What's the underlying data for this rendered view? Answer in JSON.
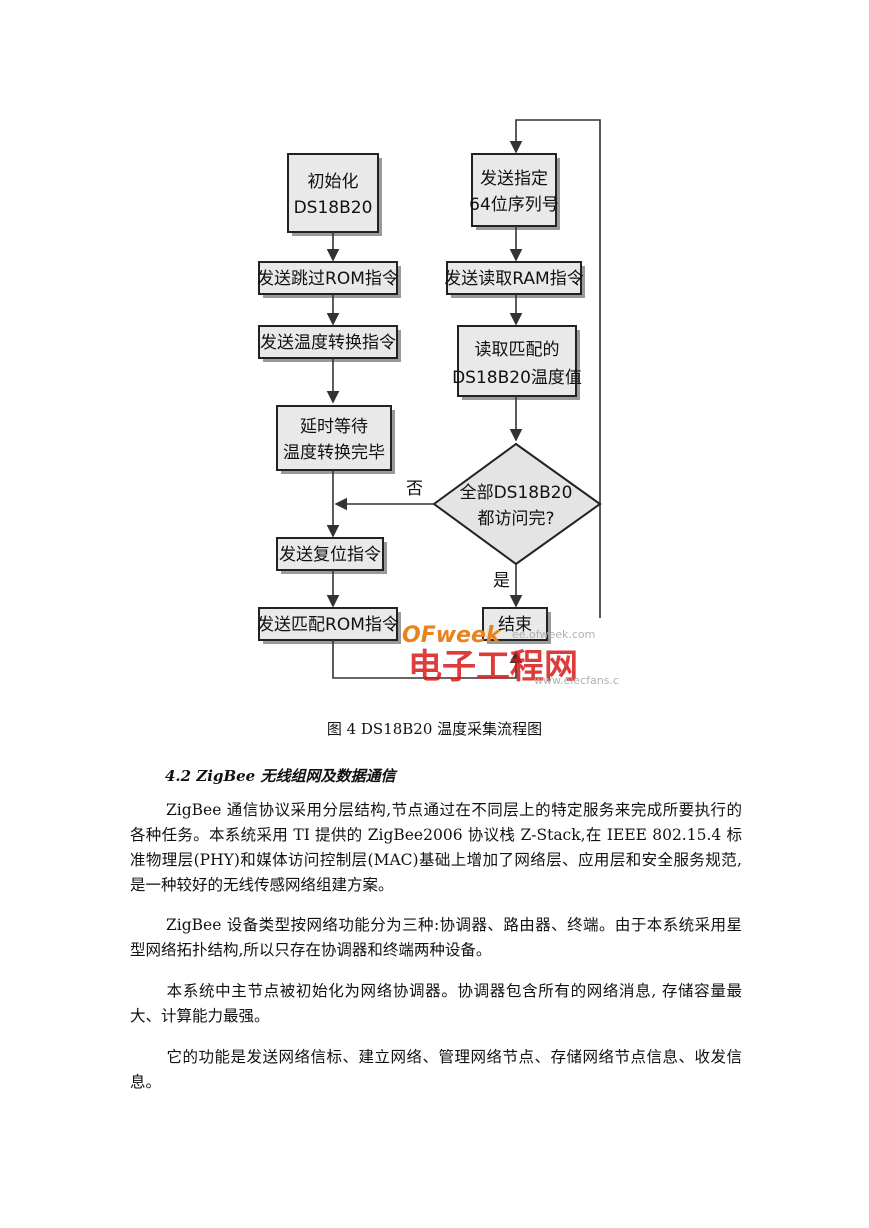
{
  "figure": {
    "left_column": [
      "初始化 DS18B20",
      "发送跳过ROM指令",
      "发送温度转换指令",
      "延时等待 温度转换完毕",
      "发送复位指令",
      "发送匹配ROM指令"
    ],
    "right_column": [
      "发送指定 64位序列号",
      "发送读取RAM指令",
      "读取匹配的 DS18B20温度值",
      "全部DS18B20 都访问完?",
      "结束"
    ],
    "labels": {
      "no": "否",
      "yes": "是"
    },
    "watermark": {
      "brand": "OFweek",
      "site": "ee.ofweek.com",
      "cn": "电子工程网",
      "small": "www.elecfans.cn"
    },
    "caption": "图 4 DS18B20 温度采集流程图"
  },
  "section_title": "4.2 ZigBee 无线组网及数据通信",
  "paragraphs": [
    "ZigBee 通信协议采用分层结构,节点通过在不同层上的特定服务来完成所要执行的各种任务。本系统采用 TI 提供的 ZigBee2006 协议栈 Z-Stack,在 IEEE 802.15.4 标准物理层(PHY)和媒体访问控制层(MAC)基础上增加了网络层、应用层和安全服务规范,是一种较好的无线传感网络组建方案。",
    "ZigBee 设备类型按网络功能分为三种:协调器、路由器、终端。由于本系统采用星型网络拓扑结构,所以只存在协调器和终端两种设备。",
    "本系统中主节点被初始化为网络协调器。协调器包含所有的网络消息, 存储容量最大、计算能力最强。",
    "它的功能是发送网络信标、建立网络、管理网络节点、存储网络节点信息、收发信息。"
  ]
}
